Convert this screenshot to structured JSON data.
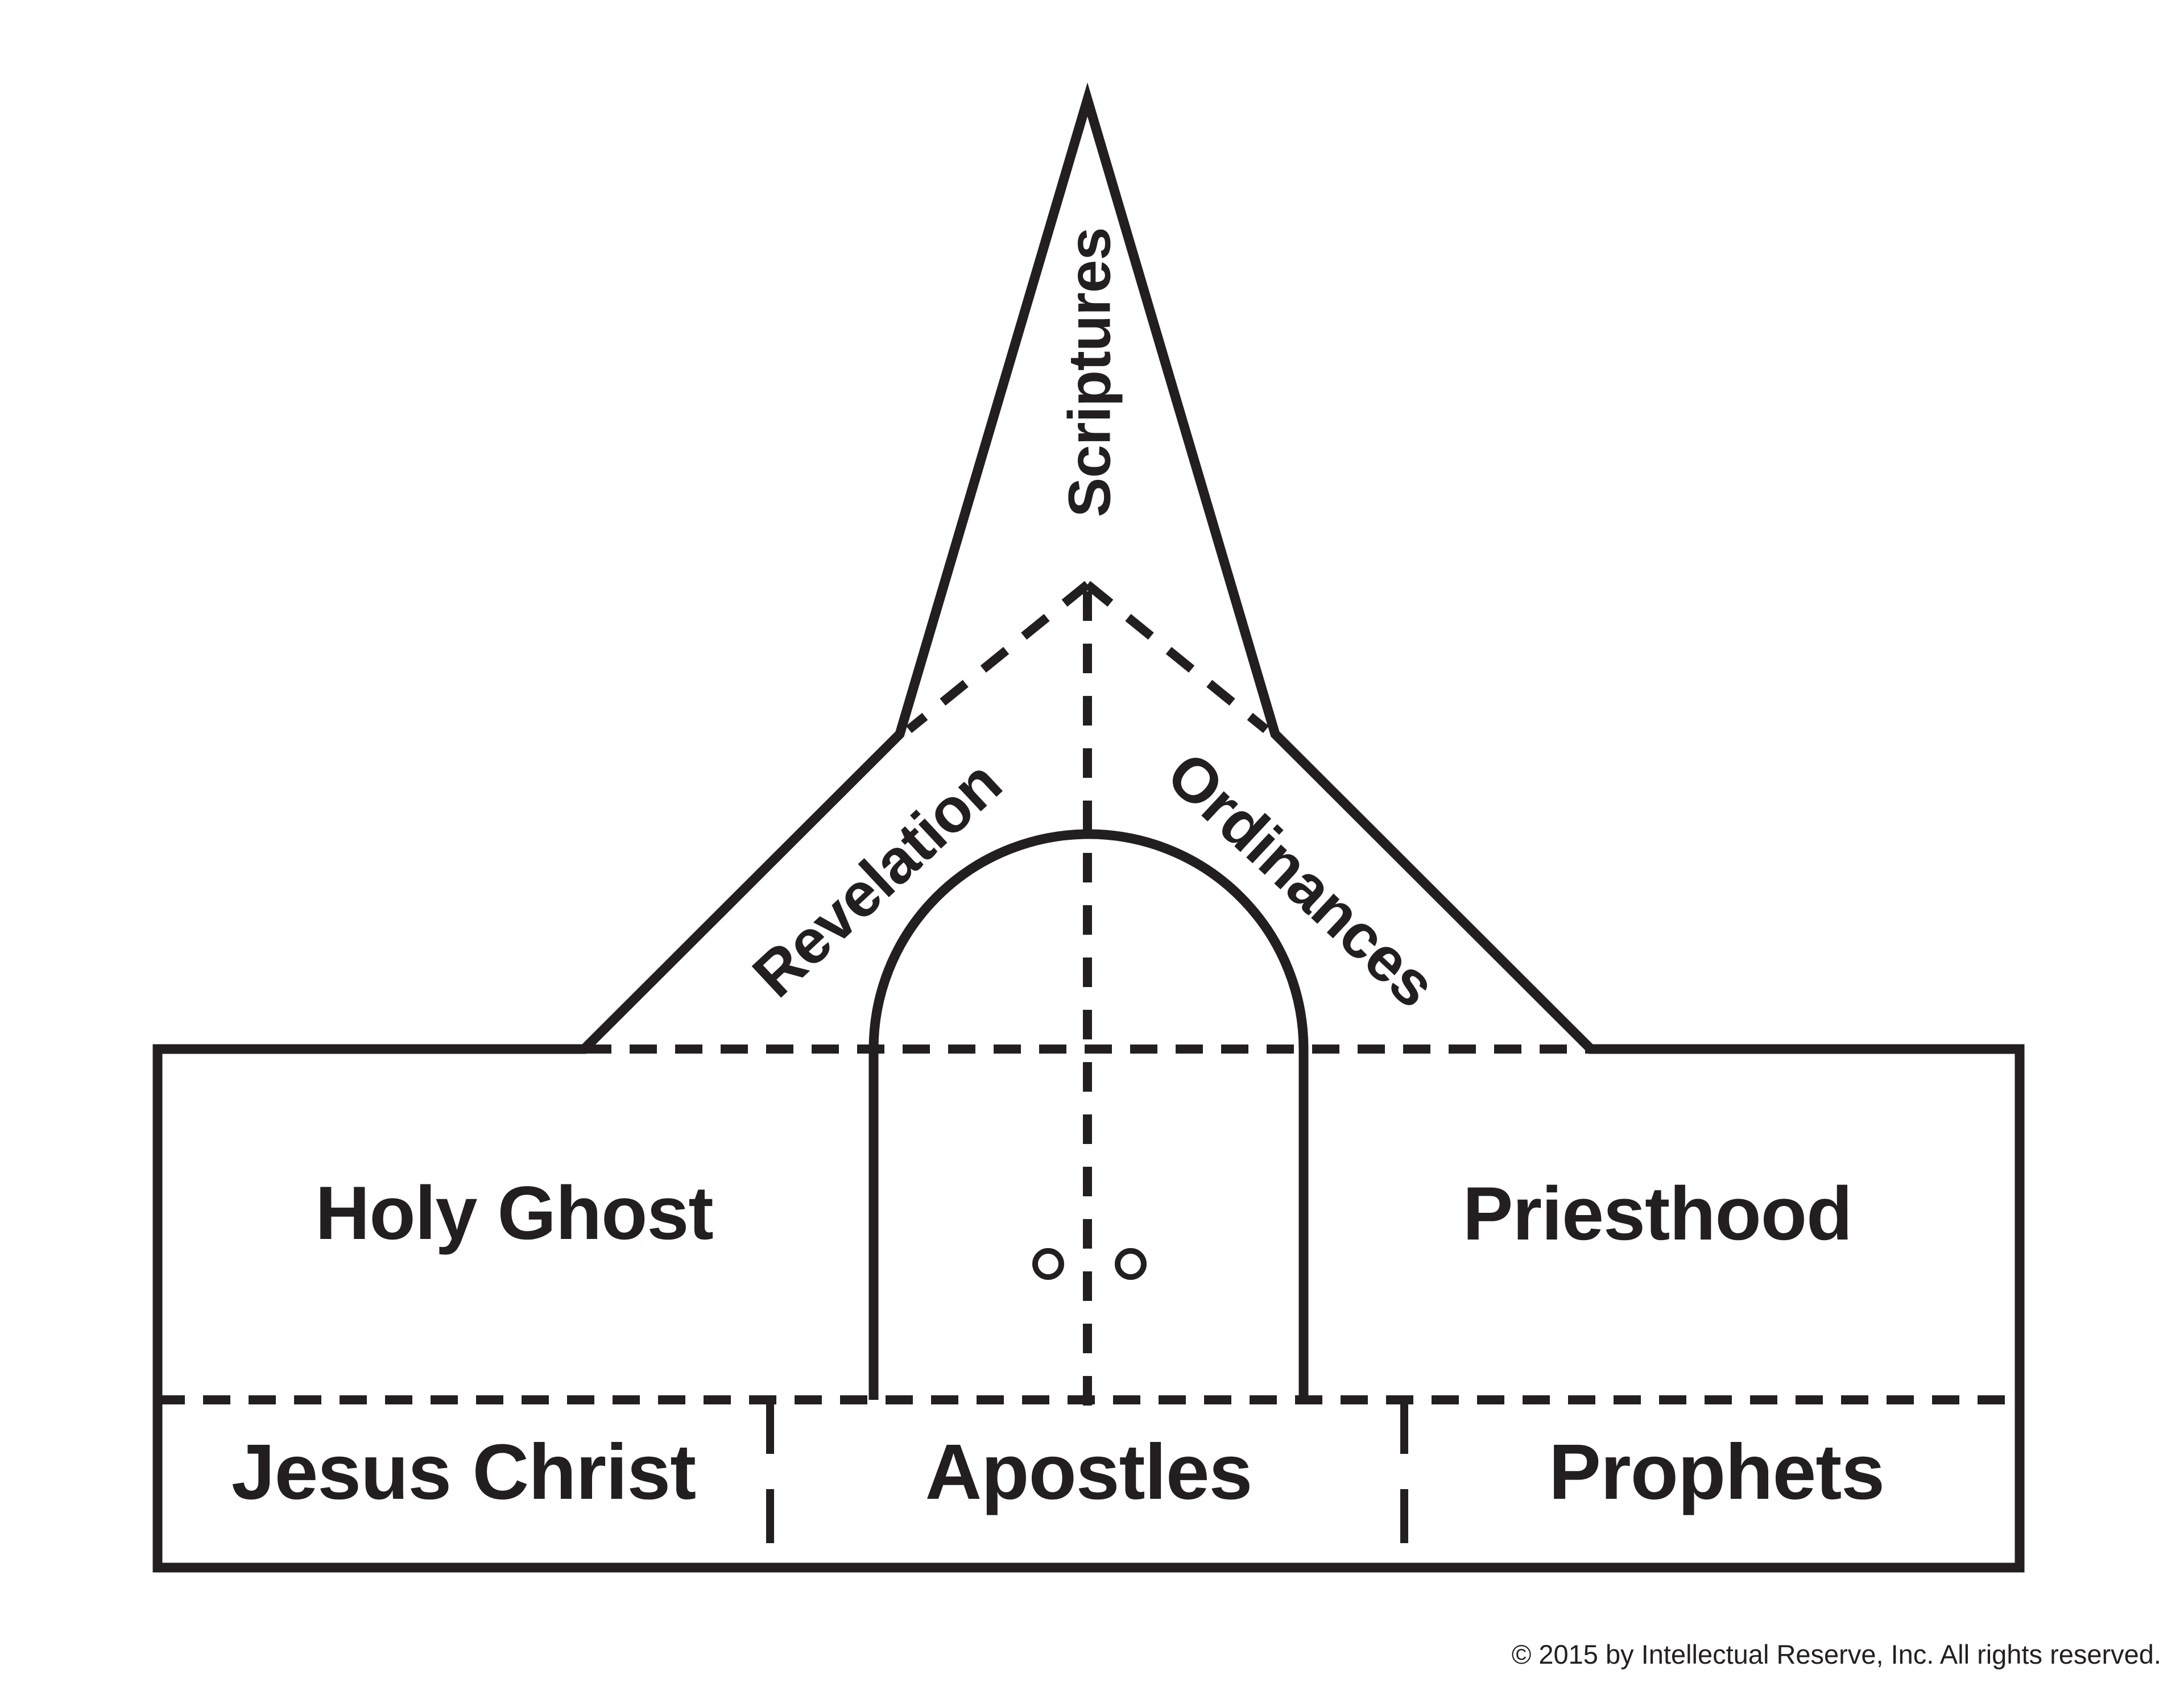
{
  "diagram": {
    "type": "church-cutout-template",
    "labels": {
      "steeple": "Scriptures",
      "roof_left": "Revelation",
      "roof_right": "Ordinances",
      "body_left": "Holy Ghost",
      "body_right": "Priesthood",
      "base_left": "Jesus Christ",
      "base_center": "Apostles",
      "base_right": "Prophets"
    },
    "footer": {
      "copyright": "© 2015 by Intellectual Reserve, Inc. All rights reserved."
    },
    "colors": {
      "ink": "#231f20",
      "background": "#ffffff"
    }
  }
}
